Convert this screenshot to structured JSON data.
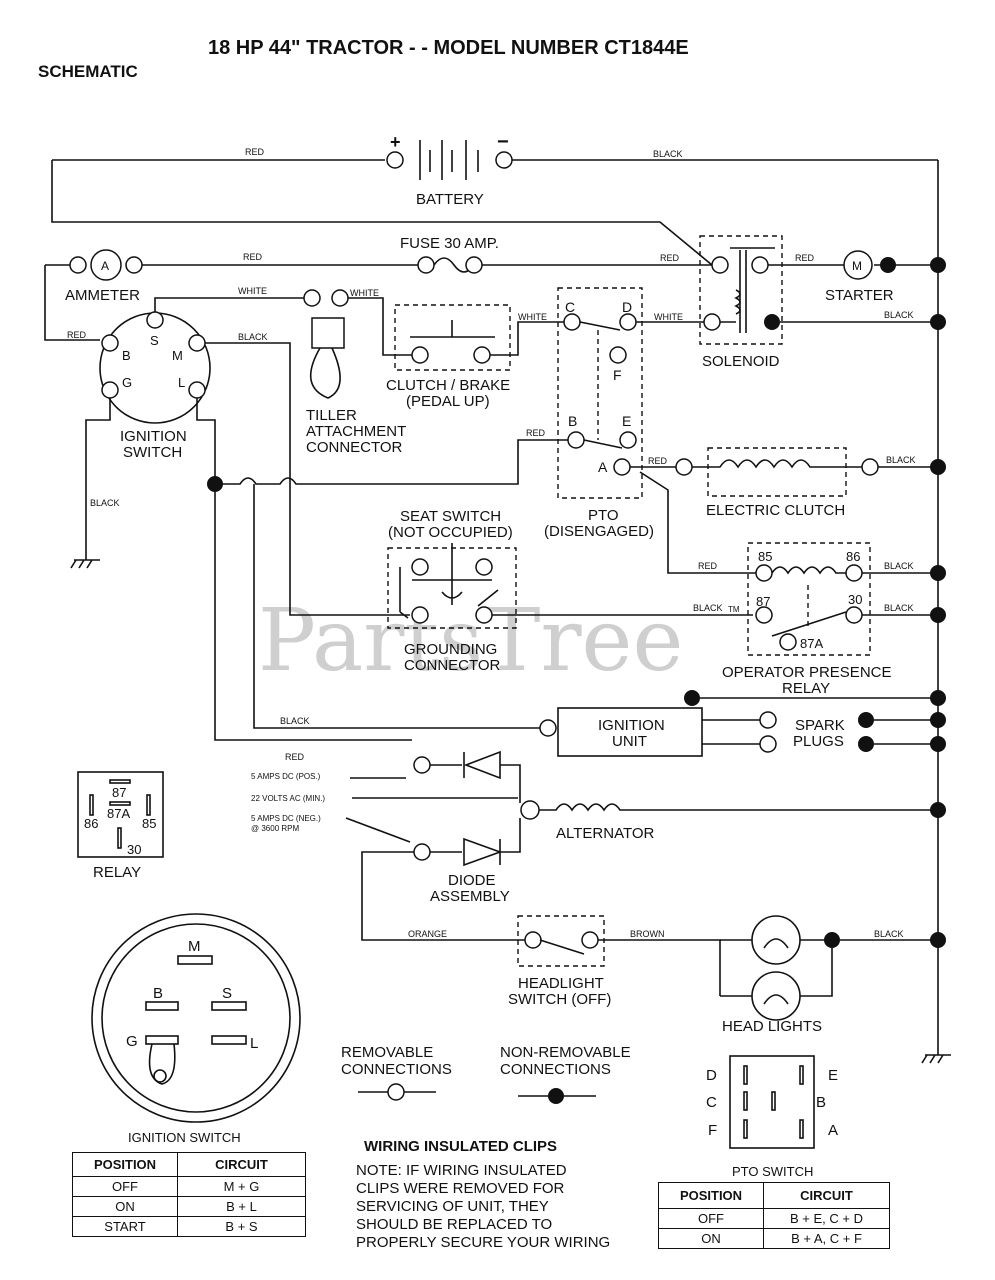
{
  "title": "18 HP 44\" TRACTOR - - MODEL NUMBER CT1844E",
  "subtitle": "SCHEMATIC",
  "watermark": "PartsTree",
  "watermark_tm": "TM",
  "components": {
    "battery": "BATTERY",
    "battery_plus": "+",
    "battery_minus": "−",
    "fuse": "FUSE 30 AMP.",
    "ammeter": "AMMETER",
    "ammeter_symbol": "A",
    "starter": "STARTER",
    "starter_symbol": "M",
    "solenoid": "SOLENOID",
    "clutch_brake_1": "CLUTCH / BRAKE",
    "clutch_brake_2": "(PEDAL UP)",
    "tiller_1": "TILLER",
    "tiller_2": "ATTACHMENT",
    "tiller_3": "CONNECTOR",
    "ignition_switch_1": "IGNITION",
    "ignition_switch_2": "SWITCH",
    "pto_1": "PTO",
    "pto_2": "(DISENGAGED)",
    "electric_clutch": "ELECTRIC CLUTCH",
    "seat_switch_1": "SEAT SWITCH",
    "seat_switch_2": "(NOT OCCUPIED)",
    "grounding_1": "GROUNDING",
    "grounding_2": "CONNECTOR",
    "opr_1": "OPERATOR PRESENCE",
    "opr_2": "RELAY",
    "ignition_unit_1": "IGNITION",
    "ignition_unit_2": "UNIT",
    "spark_1": "SPARK",
    "spark_2": "PLUGS",
    "alternator": "ALTERNATOR",
    "diode_1": "DIODE",
    "diode_2": "ASSEMBLY",
    "headlight_sw_1": "HEADLIGHT",
    "headlight_sw_2": "SWITCH (OFF)",
    "headlights": "HEAD LIGHTS",
    "relay": "RELAY"
  },
  "terminals": {
    "ign_S": "S",
    "ign_B": "B",
    "ign_M": "M",
    "ign_G": "G",
    "ign_L": "L",
    "pto_C": "C",
    "pto_D": "D",
    "pto_F": "F",
    "pto_B": "B",
    "pto_E": "E",
    "pto_A": "A",
    "r85": "85",
    "r86": "86",
    "r87": "87",
    "r30": "30",
    "r87A": "87A"
  },
  "wires": {
    "red": "RED",
    "black": "BLACK",
    "white": "WHITE",
    "orange": "ORANGE",
    "brown": "BROWN"
  },
  "alt_notes": {
    "pos": "5 AMPS DC (POS.)",
    "ac": "22 VOLTS AC (MIN.)",
    "neg": "5 AMPS DC (NEG.)",
    "rpm": "@ 3600 RPM"
  },
  "legend": {
    "removable_1": "REMOVABLE",
    "removable_2": "CONNECTIONS",
    "nonremovable_1": "NON-REMOVABLE",
    "nonremovable_2": "CONNECTIONS"
  },
  "note": {
    "heading": "WIRING INSULATED CLIPS",
    "lines": [
      "NOTE: IF WIRING INSULATED",
      "CLIPS WERE REMOVED FOR",
      "SERVICING OF UNIT, THEY",
      "SHOULD BE REPLACED TO",
      "PROPERLY SECURE YOUR WIRING"
    ]
  },
  "ignition_table": {
    "caption": "IGNITION SWITCH",
    "headers": [
      "POSITION",
      "CIRCUIT"
    ],
    "rows": [
      [
        "OFF",
        "M + G"
      ],
      [
        "ON",
        "B + L"
      ],
      [
        "START",
        "B + S"
      ]
    ]
  },
  "pto_table": {
    "caption": "PTO SWITCH",
    "headers": [
      "POSITION",
      "CIRCUIT"
    ],
    "rows": [
      [
        "OFF",
        "B + E, C + D"
      ],
      [
        "ON",
        "B + A, C + F"
      ]
    ]
  },
  "ign_detail": {
    "M": "M",
    "B": "B",
    "S": "S",
    "G": "G",
    "L": "L"
  },
  "pto_detail": {
    "D": "D",
    "C": "C",
    "F": "F",
    "E": "E",
    "B": "B",
    "A": "A"
  },
  "relay_detail": {
    "r87": "87",
    "r87A": "87A",
    "r86": "86",
    "r85": "85",
    "r30": "30"
  }
}
